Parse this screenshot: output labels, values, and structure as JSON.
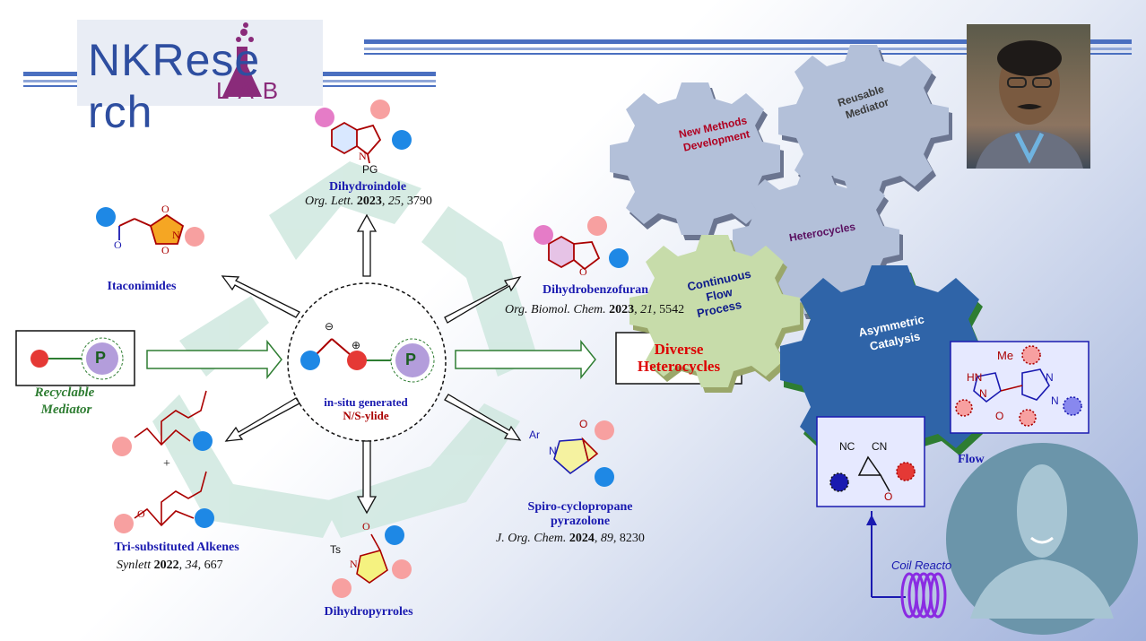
{
  "logo": {
    "main": "NKRese rch",
    "sub": "LAB"
  },
  "center": {
    "line1": "in-situ generated",
    "line2": "N/S-ylide",
    "p_label": "P",
    "minus": "⊖",
    "plus": "⊕"
  },
  "mediator": {
    "p_label": "P",
    "label_line1": "Recyclable",
    "label_line2": "Mediator"
  },
  "diverse": {
    "line1": "Diverse",
    "line2": "Heterocycles"
  },
  "products": {
    "dihydroindole": {
      "name": "Dihydroindole",
      "journal": "Org. Lett.",
      "year": "2023",
      "vol": "25",
      "page": "3790",
      "pg": "PG",
      "n": "N"
    },
    "itaconimides": {
      "name": "Itaconimides",
      "o1": "O",
      "o2": "O",
      "o3": "O",
      "n": "N"
    },
    "dihydrobenzofuran": {
      "name": "Dihydrobenzofuran",
      "journal": "Org. Biomol. Chem.",
      "year": "2023",
      "vol": "21",
      "page": "5542",
      "o": "O"
    },
    "alkenes": {
      "name": "Tri-substituted Alkenes",
      "journal": "Synlett",
      "year": "2022",
      "vol": "34",
      "page": "667",
      "plus": "+",
      "o": "O"
    },
    "spiro": {
      "name_line1": "Spiro-cyclopropane",
      "name_line2": "pyrazolone",
      "journal": "J. Org. Chem.",
      "year": "2024",
      "vol": "89",
      "page": "8230",
      "ar": "Ar",
      "n": "N",
      "o": "O"
    },
    "dihydropyrroles": {
      "name": "Dihydropyrroles",
      "ts": "Ts",
      "n": "N",
      "o": "O"
    }
  },
  "gears": {
    "new_methods": {
      "line1": "New Methods",
      "line2": "Development"
    },
    "reusable": {
      "line1": "Reusable",
      "line2": "Mediator"
    },
    "heterocycles": {
      "label": "Heterocycles"
    },
    "continuous": {
      "line1": "Continuous",
      "line2": "Flow",
      "line3": "Process"
    },
    "asymmetric": {
      "line1": "Asymmetric",
      "line2": "Catalysis"
    }
  },
  "flow": {
    "me": "Me",
    "hn": "HN",
    "n1": "N",
    "n2": "N",
    "n3": "N",
    "o": "O",
    "nc1": "NC",
    "cn": "CN",
    "o2": "O",
    "coil": "Coil Reacto",
    "flow_label": "Flow"
  },
  "colors": {
    "blue_dot": "#1e88e5",
    "pink_dot": "#f7a0a0",
    "red_dot": "#e53935",
    "ylide_p": "#b39ddb",
    "green": "#2e7d32",
    "title_blue": "#1a1ab0",
    "dark_red": "#a00000"
  }
}
